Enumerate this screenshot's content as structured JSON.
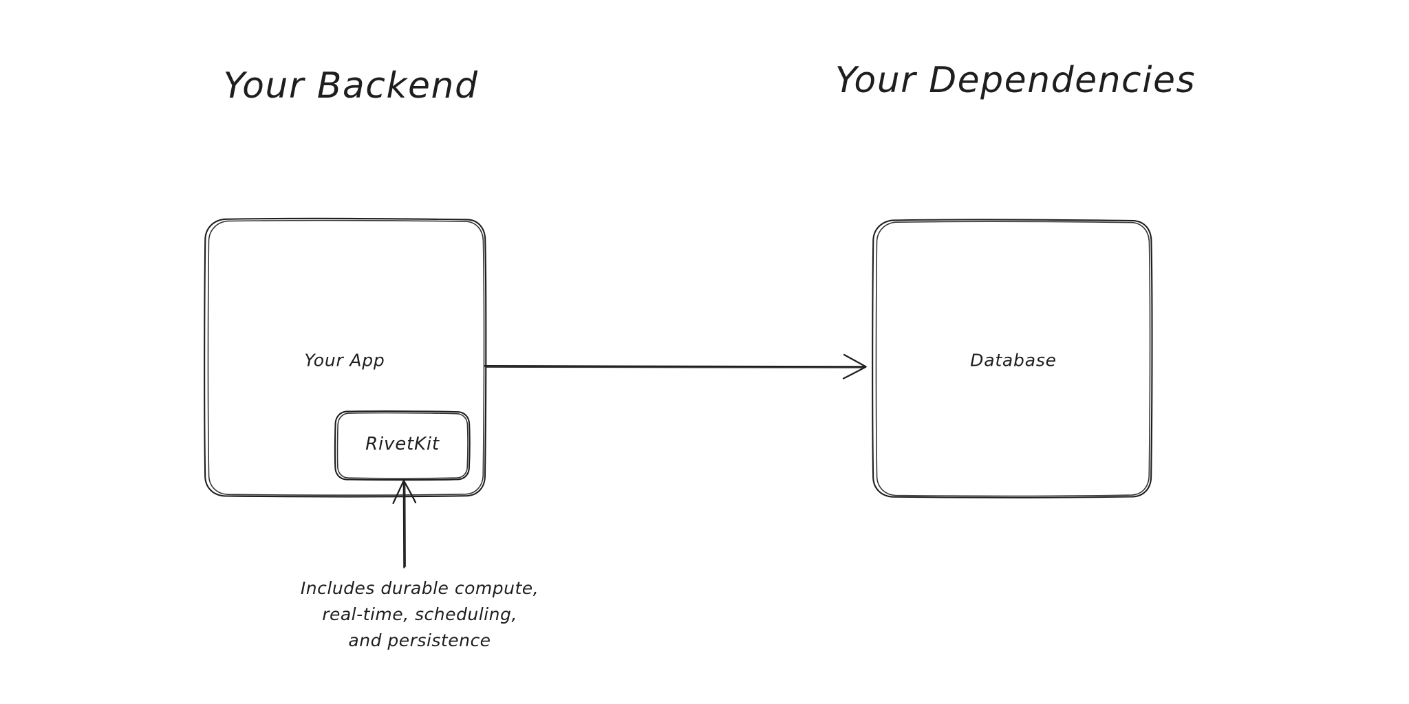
{
  "diagram": {
    "type": "architecture-flow",
    "background_color": "#ffffff",
    "stroke_color": "#1e1e1e",
    "text_color": "#1e1e1e",
    "style": "hand-drawn-sketch",
    "groups": [
      {
        "id": "your-backend",
        "title": "Your Backend"
      },
      {
        "id": "your-dependencies",
        "title": "Your Dependencies"
      }
    ],
    "nodes": [
      {
        "id": "your-app",
        "label": "Your App",
        "group": "your-backend"
      },
      {
        "id": "rivetkit",
        "label": "RivetKit",
        "group": "your-backend",
        "parent": "your-app"
      },
      {
        "id": "database",
        "label": "Database",
        "group": "your-dependencies"
      }
    ],
    "edges": [
      {
        "id": "app-to-database",
        "from": "your-app",
        "to": "database",
        "direction": "right",
        "arrowhead": "open-v"
      },
      {
        "id": "annotation-to-rivetkit",
        "from": "rivetkit-annotation",
        "to": "rivetkit",
        "direction": "up",
        "arrowhead": "open-v"
      }
    ],
    "annotations": [
      {
        "id": "rivetkit-annotation",
        "target": "rivetkit",
        "lines": [
          "Includes durable compute,",
          "real-time, scheduling,",
          "and persistence"
        ]
      }
    ]
  }
}
